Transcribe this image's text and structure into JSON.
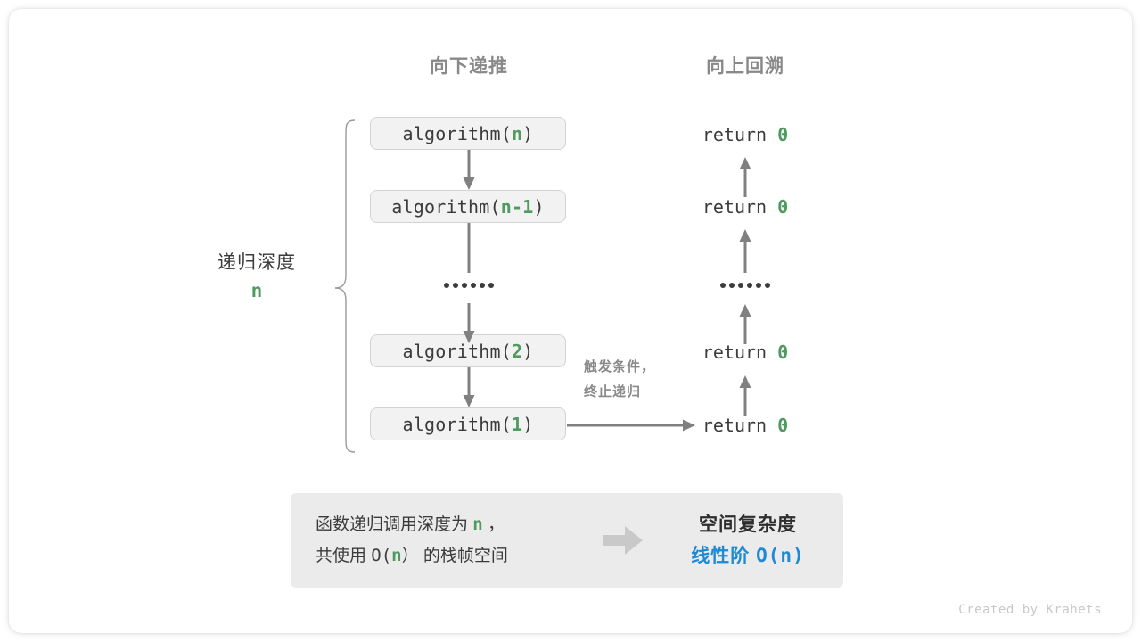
{
  "headers": {
    "down": "向下递推",
    "up": "向上回溯"
  },
  "depth": {
    "label": "递归深度",
    "value": "n"
  },
  "calls": [
    {
      "fn": "algorithm(",
      "arg": "n",
      "close": ")"
    },
    {
      "fn": "algorithm(",
      "arg": "n-1",
      "close": ")"
    },
    {
      "fn": "algorithm(",
      "arg": "2",
      "close": ")"
    },
    {
      "fn": "algorithm(",
      "arg": "1",
      "close": ")"
    }
  ],
  "ellipsis": "••••••",
  "returns": [
    {
      "kw": "return ",
      "val": "0"
    },
    {
      "kw": "return ",
      "val": "0"
    },
    {
      "kw": "return ",
      "val": "0"
    },
    {
      "kw": "return ",
      "val": "0"
    }
  ],
  "trigger": {
    "line1": "触发条件，",
    "line2": "终止递归"
  },
  "summary": {
    "left_line1_a": "函数递归调用深度为 ",
    "left_line1_n": "n",
    "left_line1_b": " ，",
    "left_line2_a": "共使用 ",
    "left_line2_o": "O(",
    "left_line2_n": "n",
    "left_line2_c": "）",
    "left_line2_b": " 的栈帧空间",
    "arrow_icon": "block-arrow-right-icon",
    "right_title": "空间复杂度",
    "right_value_cn": "线性阶 ",
    "right_value_mono": "O(n)"
  },
  "credit": "Created by Krahets",
  "colors": {
    "green": "#4e9a5f",
    "blue": "#1e8ad4",
    "gray_text": "#3b3b3b",
    "gray_muted": "#898989",
    "arrow": "#808080",
    "box_bg": "#f2f2f2",
    "panel_bg": "#ebebeb"
  }
}
